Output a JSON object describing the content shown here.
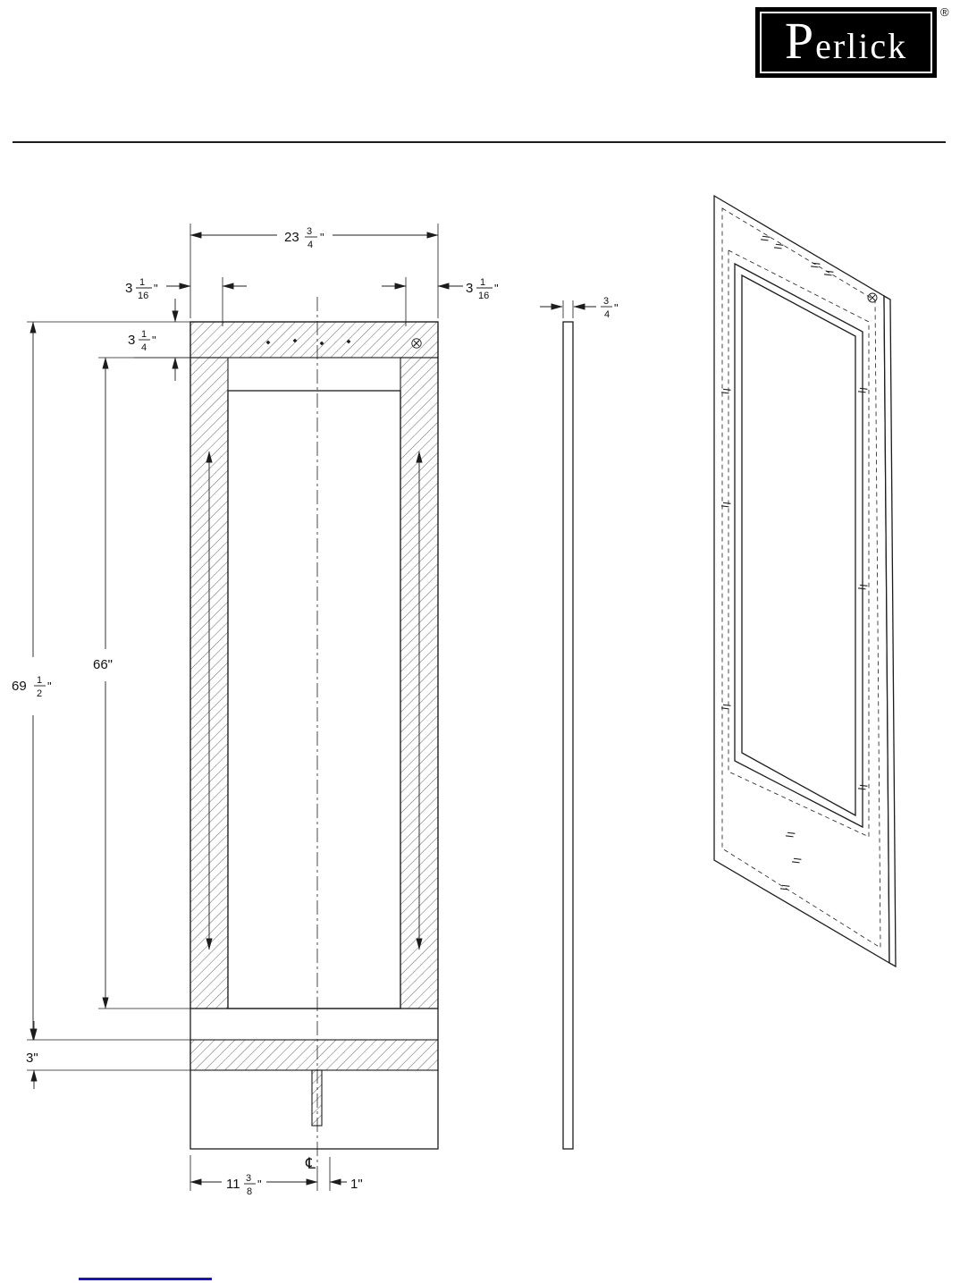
{
  "logo": {
    "brand": "Perlick",
    "registered": "®"
  },
  "dimensions": {
    "overall_width": {
      "whole": "23",
      "num": "3",
      "den": "4",
      "unit": "\""
    },
    "left_inset": {
      "whole": "3",
      "num": "1",
      "den": "16",
      "unit": "\""
    },
    "right_inset": {
      "whole": "3",
      "num": "1",
      "den": "16",
      "unit": "\""
    },
    "top_rail": {
      "whole": "3",
      "num": "1",
      "den": "4",
      "unit": "\""
    },
    "overall_height": {
      "whole": "69",
      "num": "1",
      "den": "2",
      "unit": "\""
    },
    "glass_height": {
      "text": "66\""
    },
    "bottom_rail": {
      "text": "3\""
    },
    "bottom_left_offset": {
      "whole": "11",
      "num": "3",
      "den": "8",
      "unit": "\""
    },
    "bottom_right_offset": {
      "text": "1\""
    },
    "thickness": {
      "num": "3",
      "den": "4",
      "unit": "\""
    },
    "centerline_symbol": "℄"
  }
}
